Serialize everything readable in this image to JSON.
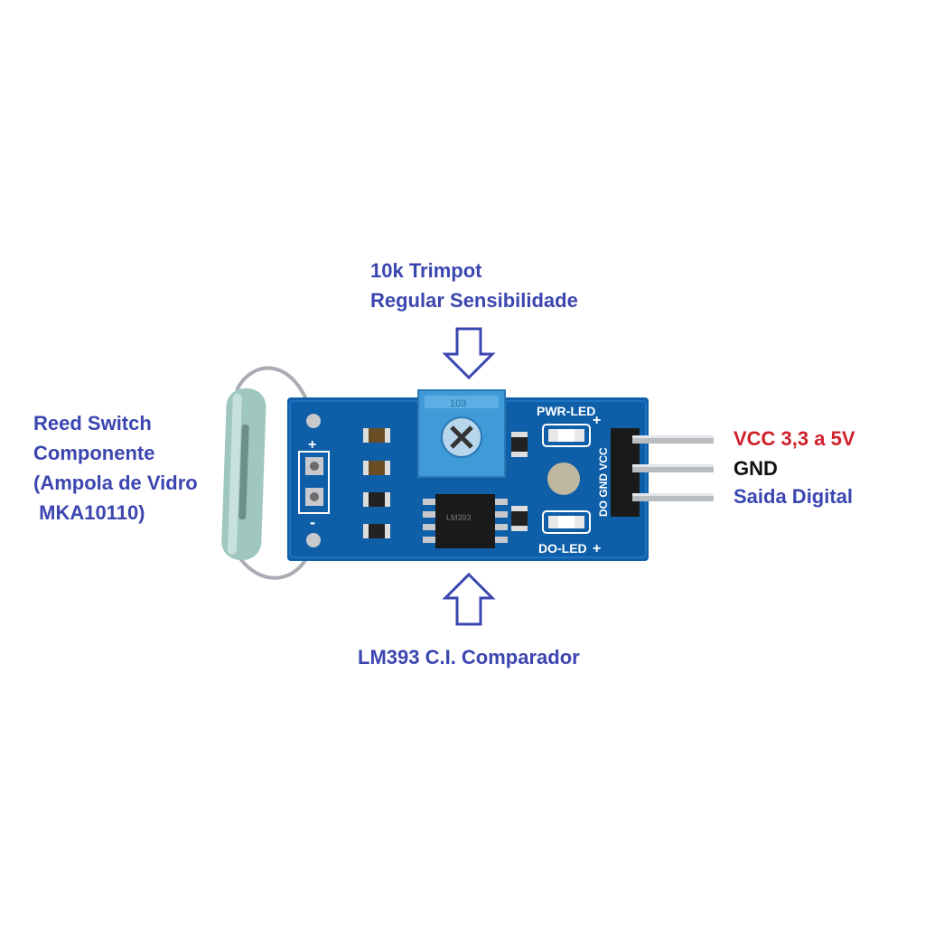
{
  "labels": {
    "trimpot": "10k Trimpot\nRegular Sensibilidade",
    "reed": "Reed Switch\nComponente\n(Ampola de Vidro\n MKA10110)",
    "lm393": "LM393 C.I. Comparador",
    "vcc": "VCC 3,3 a 5V",
    "gnd": "GND",
    "out": "Saida Digital"
  },
  "board": {
    "pwr_led": "PWR-LED",
    "do_led": "DO-LED",
    "pin_labels": "DO GND VCC",
    "plus": "+",
    "minus": "-",
    "trimpot_code": "103",
    "ic_marking": "LM393"
  },
  "colors": {
    "label_blue": "#3b46b0",
    "vcc_red": "#d0202a",
    "pcb_blue": "#0e5fa8",
    "trimpot_blue": "#3f9ad8"
  }
}
